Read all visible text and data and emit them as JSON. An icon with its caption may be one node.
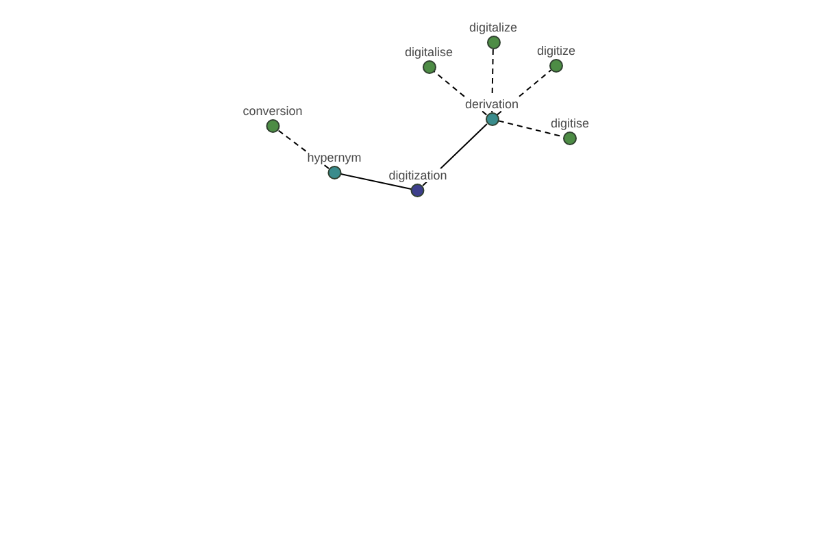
{
  "diagram": {
    "nodes": [
      {
        "text": [
          "digitization"
        ]
      },
      {
        "text": [
          "hypernym"
        ]
      },
      {
        "text": [
          "conversion"
        ]
      },
      {
        "text": [
          "derivation"
        ]
      },
      {
        "text": [
          "digitalise"
        ]
      },
      {
        "text": [
          "digitalize"
        ]
      },
      {
        "text": [
          "digitize"
        ]
      },
      {
        "text": [
          "digitise"
        ]
      }
    ],
    "edges": [
      {
        "from": 0,
        "to": 1,
        "arrow": "none"
      },
      {
        "from": 1,
        "to": 2,
        "arrow": "none",
        "style": "dashed"
      },
      {
        "from": 0,
        "to": 3,
        "arrow": "none"
      },
      {
        "from": 3,
        "to": 4,
        "arrow": "none",
        "style": "dashed"
      },
      {
        "from": 3,
        "to": 5,
        "arrow": "none",
        "style": "dashed"
      },
      {
        "from": 3,
        "to": 6,
        "arrow": "none",
        "style": "dashed"
      },
      {
        "from": 3,
        "to": 7,
        "arrow": "none",
        "style": "dashed"
      }
    ]
  }
}
